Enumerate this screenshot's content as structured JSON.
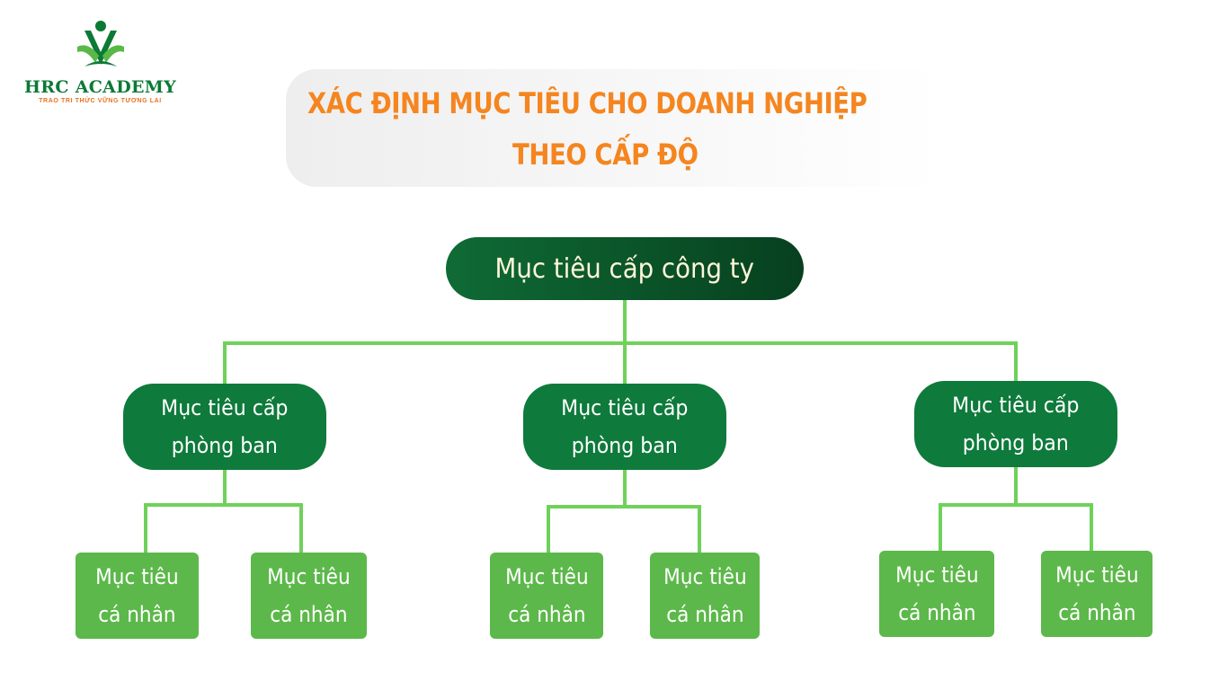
{
  "brand": {
    "name": "HRC ACADEMY",
    "tagline": "TRAO TRI THỨC VỮNG TƯƠNG LAI",
    "primary_color": "#0b7a35",
    "accent_color": "#e8731f"
  },
  "title": {
    "line1": "XÁC ĐỊNH MỤC TIÊU CHO DOANH NGHIỆP",
    "line2": "THEO CẤP ĐỘ",
    "color": "#f5851f"
  },
  "hierarchy": {
    "root": {
      "label": "Mục tiêu cấp công ty"
    },
    "departments": [
      {
        "label": "Mục tiêu cấp\nphòng ban",
        "individuals": [
          {
            "label": "Mục tiêu\ncá nhân"
          },
          {
            "label": "Mục tiêu\ncá nhân"
          }
        ]
      },
      {
        "label": "Mục tiêu cấp\nphòng ban",
        "individuals": [
          {
            "label": "Mục tiêu\ncá nhân"
          },
          {
            "label": "Mục tiêu\ncá nhân"
          }
        ]
      },
      {
        "label": "Mục tiêu cấp\nphòng ban",
        "individuals": [
          {
            "label": "Mục tiêu\ncá nhân"
          },
          {
            "label": "Mục tiêu\ncá nhân"
          }
        ]
      }
    ]
  },
  "colors": {
    "root_fill": "#0c5a2c",
    "department_fill": "#0e7a3b",
    "individual_fill": "#5cb84a",
    "connector": "#6fd15a"
  }
}
